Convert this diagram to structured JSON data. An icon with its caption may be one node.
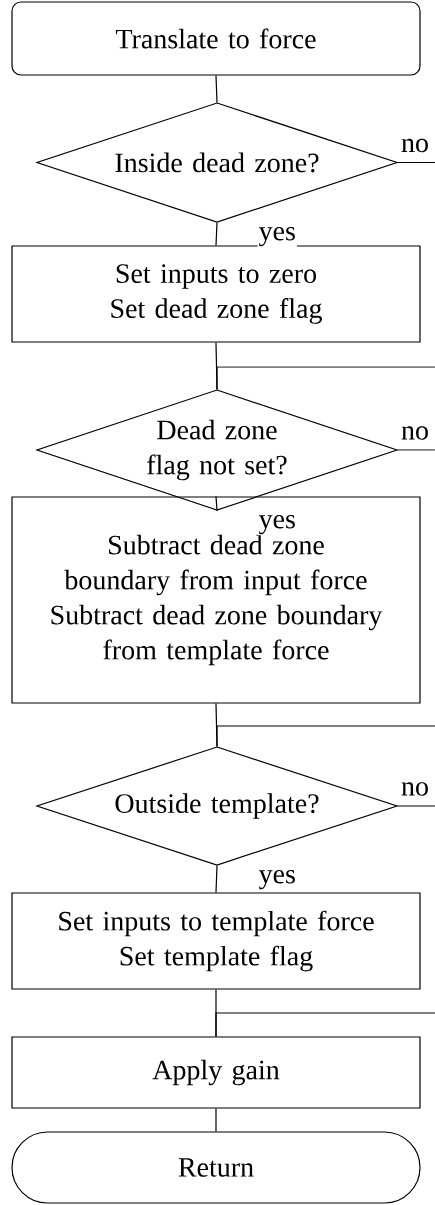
{
  "diagram": {
    "nodes": [
      {
        "text": [
          "Translate to force"
        ]
      },
      {
        "text": [
          "Inside dead zone?"
        ]
      },
      {
        "text": [
          "Set inputs to zero",
          "Set dead zone flag"
        ]
      },
      {
        "text": [
          "Dead zone flag not set?"
        ]
      },
      {
        "text": [
          "Subtract dead zone boundary from input force",
          "Subtract dead zone boundary from template force"
        ]
      },
      {
        "text": [
          "Outside template?"
        ]
      },
      {
        "text": [
          "Set inputs to template force",
          "Set template flag"
        ]
      },
      {
        "text": [
          "Apply gain"
        ]
      },
      {
        "text": [
          "Return"
        ]
      }
    ],
    "edges": [
      {
        "from": 0,
        "to": 1,
        "arrow": "none"
      },
      {
        "from": 1,
        "to": 2,
        "arrow": "none",
        "label": "yes"
      },
      {
        "from": 1,
        "to": null,
        "arrow": "none",
        "label": "no"
      },
      {
        "from": 2,
        "to": 3,
        "arrow": "none"
      },
      {
        "from": null,
        "to": 3,
        "arrow": "none"
      },
      {
        "from": 3,
        "to": 4,
        "arrow": "none",
        "label": "yes"
      },
      {
        "from": 3,
        "to": null,
        "arrow": "none",
        "label": "no"
      },
      {
        "from": 4,
        "to": 5,
        "arrow": "none"
      },
      {
        "from": null,
        "to": 5,
        "arrow": "none"
      },
      {
        "from": 5,
        "to": 6,
        "arrow": "none",
        "label": "yes"
      },
      {
        "from": 5,
        "to": null,
        "arrow": "none",
        "label": "no"
      },
      {
        "from": 6,
        "to": 7,
        "arrow": "none"
      },
      {
        "from": null,
        "to": 7,
        "arrow": "none"
      },
      {
        "from": 7,
        "to": 8,
        "arrow": "none"
      }
    ]
  }
}
